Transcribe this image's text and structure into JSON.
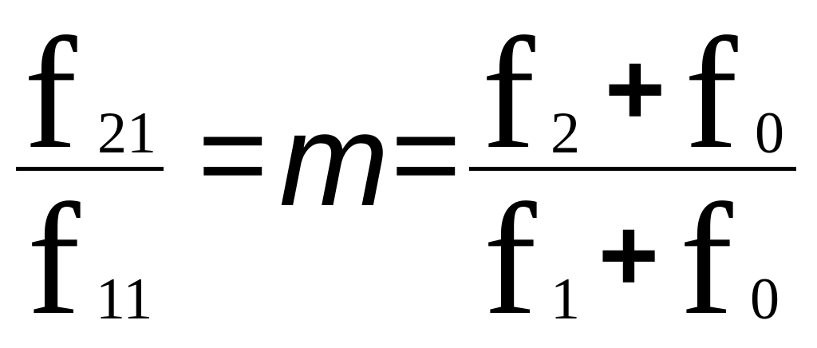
{
  "left_fraction": {
    "numerator": {
      "symbol": "f",
      "subscript": "21"
    },
    "denominator": {
      "symbol": "f",
      "subscript": "11"
    }
  },
  "equals_1": "=",
  "middle_variable": "m",
  "equals_2": "=",
  "right_fraction": {
    "numerator": {
      "term1": {
        "symbol": "f",
        "subscript": "2"
      },
      "operator": "+",
      "term2": {
        "symbol": "f",
        "subscript": "0"
      }
    },
    "denominator": {
      "term1": {
        "symbol": "f",
        "subscript": "1"
      },
      "operator": "+",
      "term2": {
        "symbol": "f",
        "subscript": "0"
      }
    }
  }
}
